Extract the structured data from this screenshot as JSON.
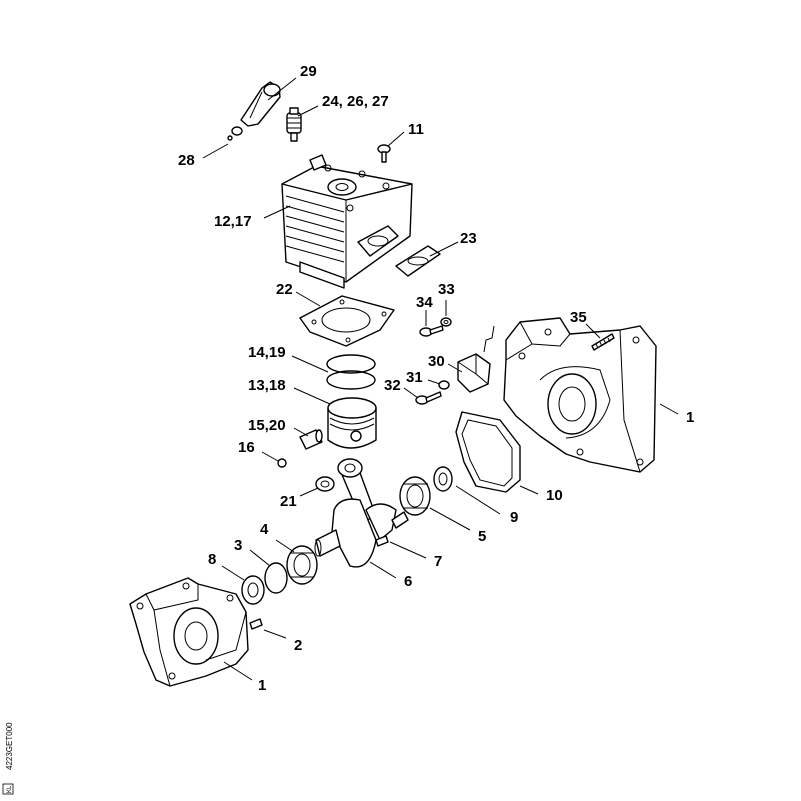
{
  "callouts": {
    "p29": "29",
    "p24_26_27": "24, 26, 27",
    "p11": "11",
    "p28": "28",
    "p12_17": "12,17",
    "p23": "23",
    "p22": "22",
    "p34": "34",
    "p33": "33",
    "p35": "35",
    "p14_19": "14,19",
    "p30": "30",
    "p13_18": "13,18",
    "p31": "31",
    "p32": "32",
    "p1_right": "1",
    "p15_20": "15,20",
    "p16": "16",
    "p10": "10",
    "p21": "21",
    "p9": "9",
    "p5": "5",
    "p4": "4",
    "p3": "3",
    "p7": "7",
    "p8": "8",
    "p6": "6",
    "p2": "2",
    "p1_left": "1"
  },
  "drawing_code": "4223GET000",
  "corner_mark": "KL"
}
